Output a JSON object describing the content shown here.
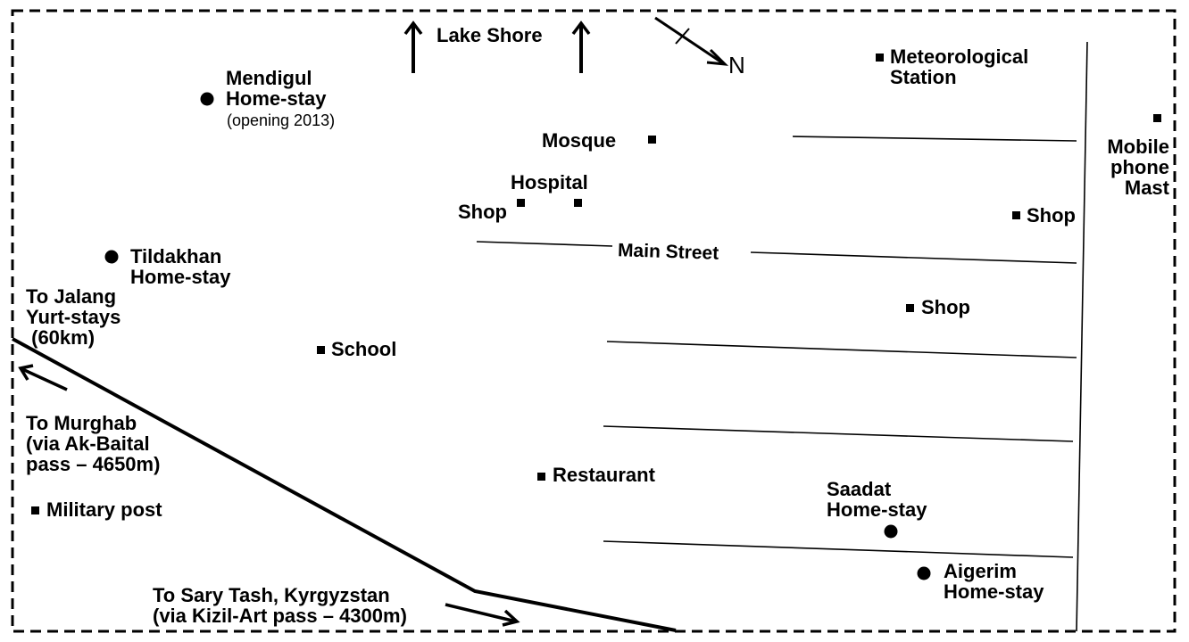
{
  "map": {
    "north_label": "N",
    "lake_shore": "Lake Shore",
    "main_street": "Main Street",
    "homestays": {
      "mendigul": {
        "name_lines": [
          "Mendigul",
          "Home-stay"
        ],
        "note": "(opening 2013)"
      },
      "tildakhan": {
        "name_lines": [
          "Tildakhan",
          "Home-stay"
        ]
      },
      "saadat": {
        "name_lines": [
          "Saadat",
          "Home-stay"
        ]
      },
      "aigerim": {
        "name_lines": [
          "Aigerim",
          "Home-stay"
        ]
      }
    },
    "places": {
      "meteorological_station": [
        "Meteorological",
        "Station"
      ],
      "mobile_phone_mast": [
        "Mobile",
        "phone",
        "Mast"
      ],
      "mosque": "Mosque",
      "hospital": "Hospital",
      "shop_left": "Shop",
      "shop_right": "Shop",
      "shop_middle": "Shop",
      "school": "School",
      "restaurant": "Restaurant",
      "military_post": "Military post"
    },
    "directions": {
      "jalang": [
        "To Jalang",
        "Yurt-stays",
        " (60km)"
      ],
      "murghab": [
        "To Murghab",
        "(via Ak-Baital",
        "pass – 4650m)"
      ],
      "sary_tash": [
        "To Sary Tash, Kyrgyzstan",
        "(via Kizil-Art pass – 4300m)"
      ]
    },
    "colors": {
      "ink": "#000000",
      "paper": "#ffffff"
    }
  }
}
